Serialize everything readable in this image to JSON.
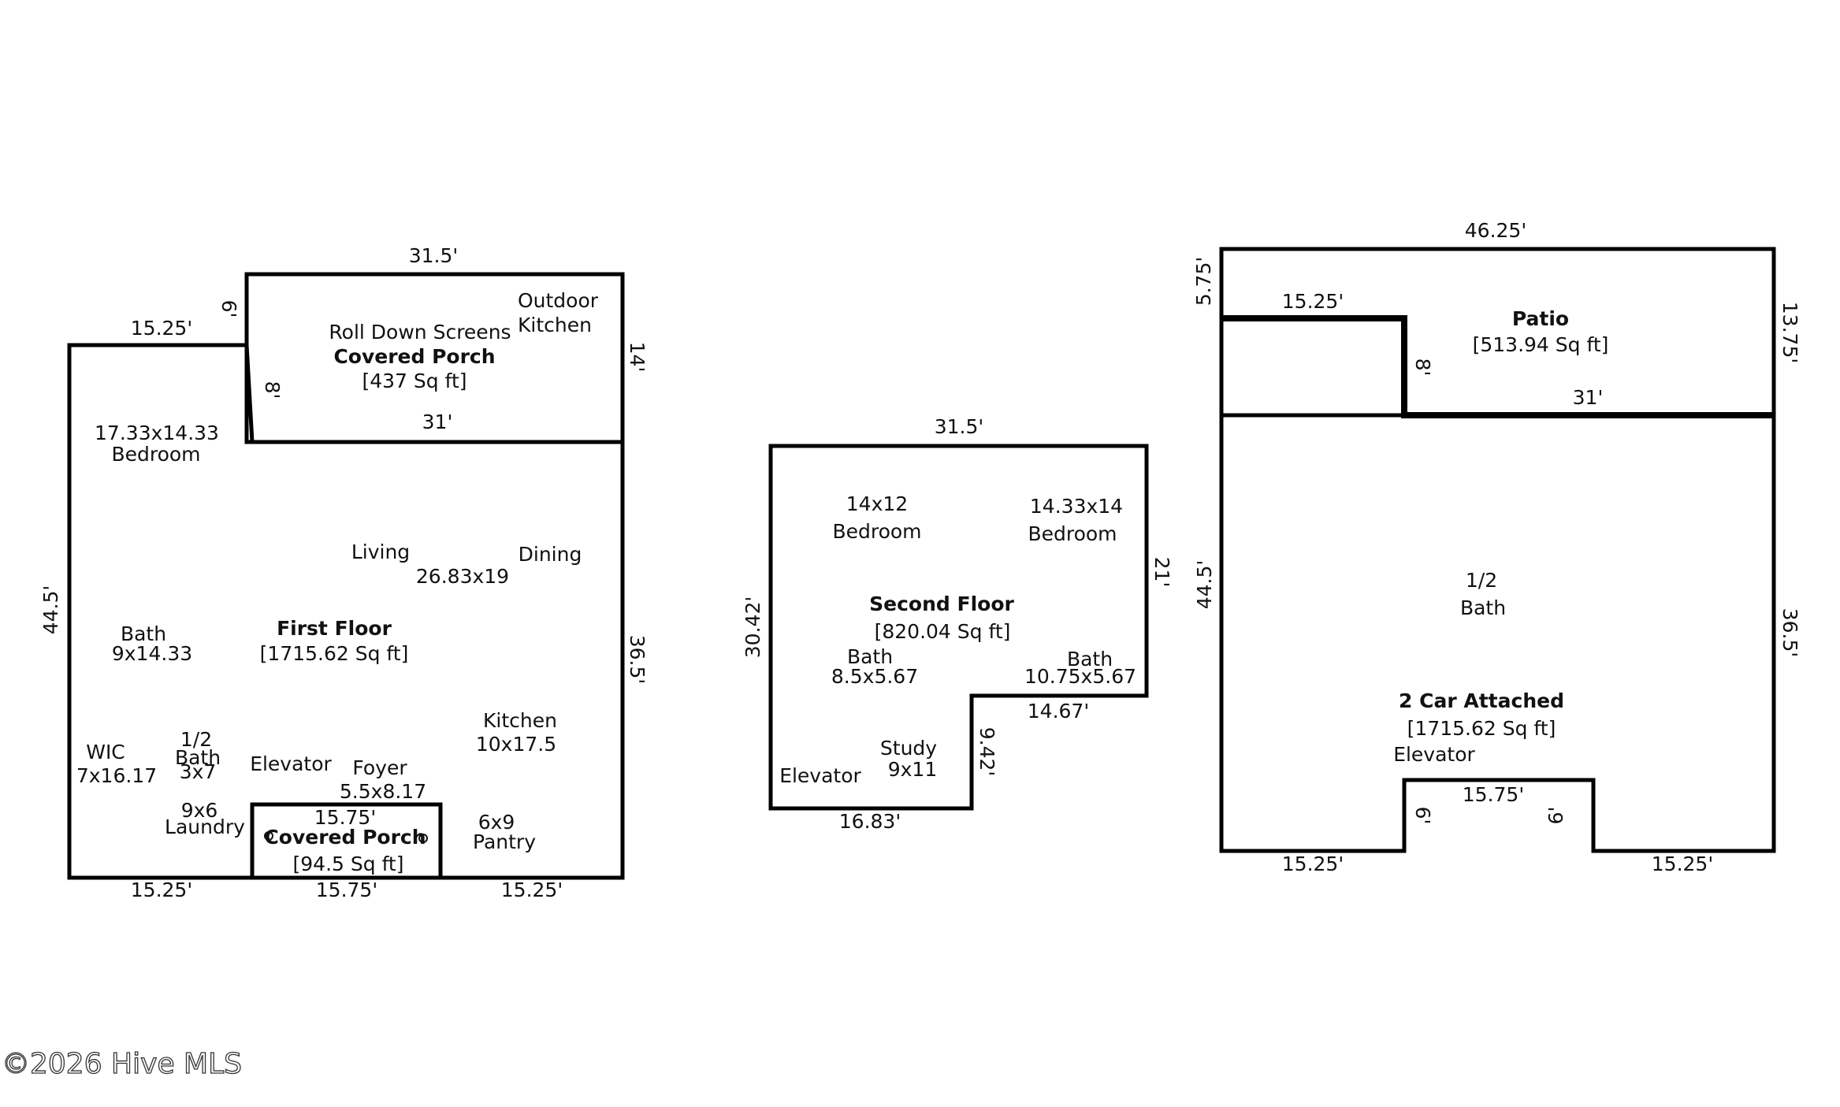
{
  "first_floor": {
    "title": "First Floor",
    "area": "[1715.62 Sq ft]",
    "rooms": {
      "bedroom_size": "17.33x14.33",
      "bedroom": "Bedroom",
      "living": "Living",
      "living_size": "26.83x19",
      "dining": "Dining",
      "bath": "Bath",
      "bath_size": "9x14.33",
      "wic": "WIC",
      "wic_size": "7x16.17",
      "half_bath_1": "1/2",
      "half_bath_2": "Bath",
      "half_bath_size": "3x7",
      "elevator": "Elevator",
      "foyer": "Foyer",
      "foyer_size": "5.5x8.17",
      "kitchen": "Kitchen",
      "kitchen_size": "10x17.5",
      "laundry_size": "9x6",
      "laundry": "Laundry",
      "pantry_size": "6x9",
      "pantry": "Pantry"
    },
    "covered_porch_back": {
      "note": "Roll Down Screens",
      "title": "Covered Porch",
      "area": "[437 Sq ft]",
      "outdoor_1": "Outdoor",
      "outdoor_2": "Kitchen"
    },
    "covered_porch_front": {
      "title": "Covered Porch",
      "area": "[94.5 Sq ft]",
      "top_dim": "15.75'"
    },
    "dims": {
      "top": "31.5'",
      "top_left": "15.25'",
      "notch_upper": "6'",
      "notch_lower": "8'",
      "porch_bottom": "31'",
      "right_upper": "14'",
      "right_lower": "36.5'",
      "left": "44.5'",
      "bottom_left": "15.25'",
      "bottom_mid": "15.75'",
      "bottom_right": "15.25'"
    }
  },
  "second_floor": {
    "title": "Second Floor",
    "area": "[820.04 Sq ft]",
    "rooms": {
      "bed1_size": "14x12",
      "bed1": "Bedroom",
      "bed2_size": "14.33x14",
      "bed2": "Bedroom",
      "bath1": "Bath",
      "bath1_size": "8.5x5.67",
      "bath2": "Bath",
      "bath2_size": "10.75x5.67",
      "study": "Study",
      "study_size": "9x11",
      "elevator": "Elevator"
    },
    "dims": {
      "top": "31.5'",
      "left": "30.42'",
      "right": "21'",
      "step_horizontal": "14.67'",
      "step_vertical": "9.42'",
      "bottom": "16.83'"
    }
  },
  "garage": {
    "title": "2 Car Attached",
    "area": "[1715.62 Sq ft]",
    "half_bath_1": "1/2",
    "half_bath_2": "Bath",
    "elevator": "Elevator",
    "patio": {
      "title": "Patio",
      "area": "[513.94 Sq ft]"
    },
    "dims": {
      "top": "46.25'",
      "top_left": "5.75'",
      "patio_left_top": "15.25'",
      "patio_step": "8'",
      "patio_bottom": "31'",
      "right_upper": "13.75'",
      "left": "44.5'",
      "right_lower": "36.5'",
      "notch_top": "15.75'",
      "notch_left": "6'",
      "notch_right": "6'",
      "bottom_left": "15.25'",
      "bottom_right": "15.25'"
    }
  },
  "watermark": "©2026 Hive MLS"
}
